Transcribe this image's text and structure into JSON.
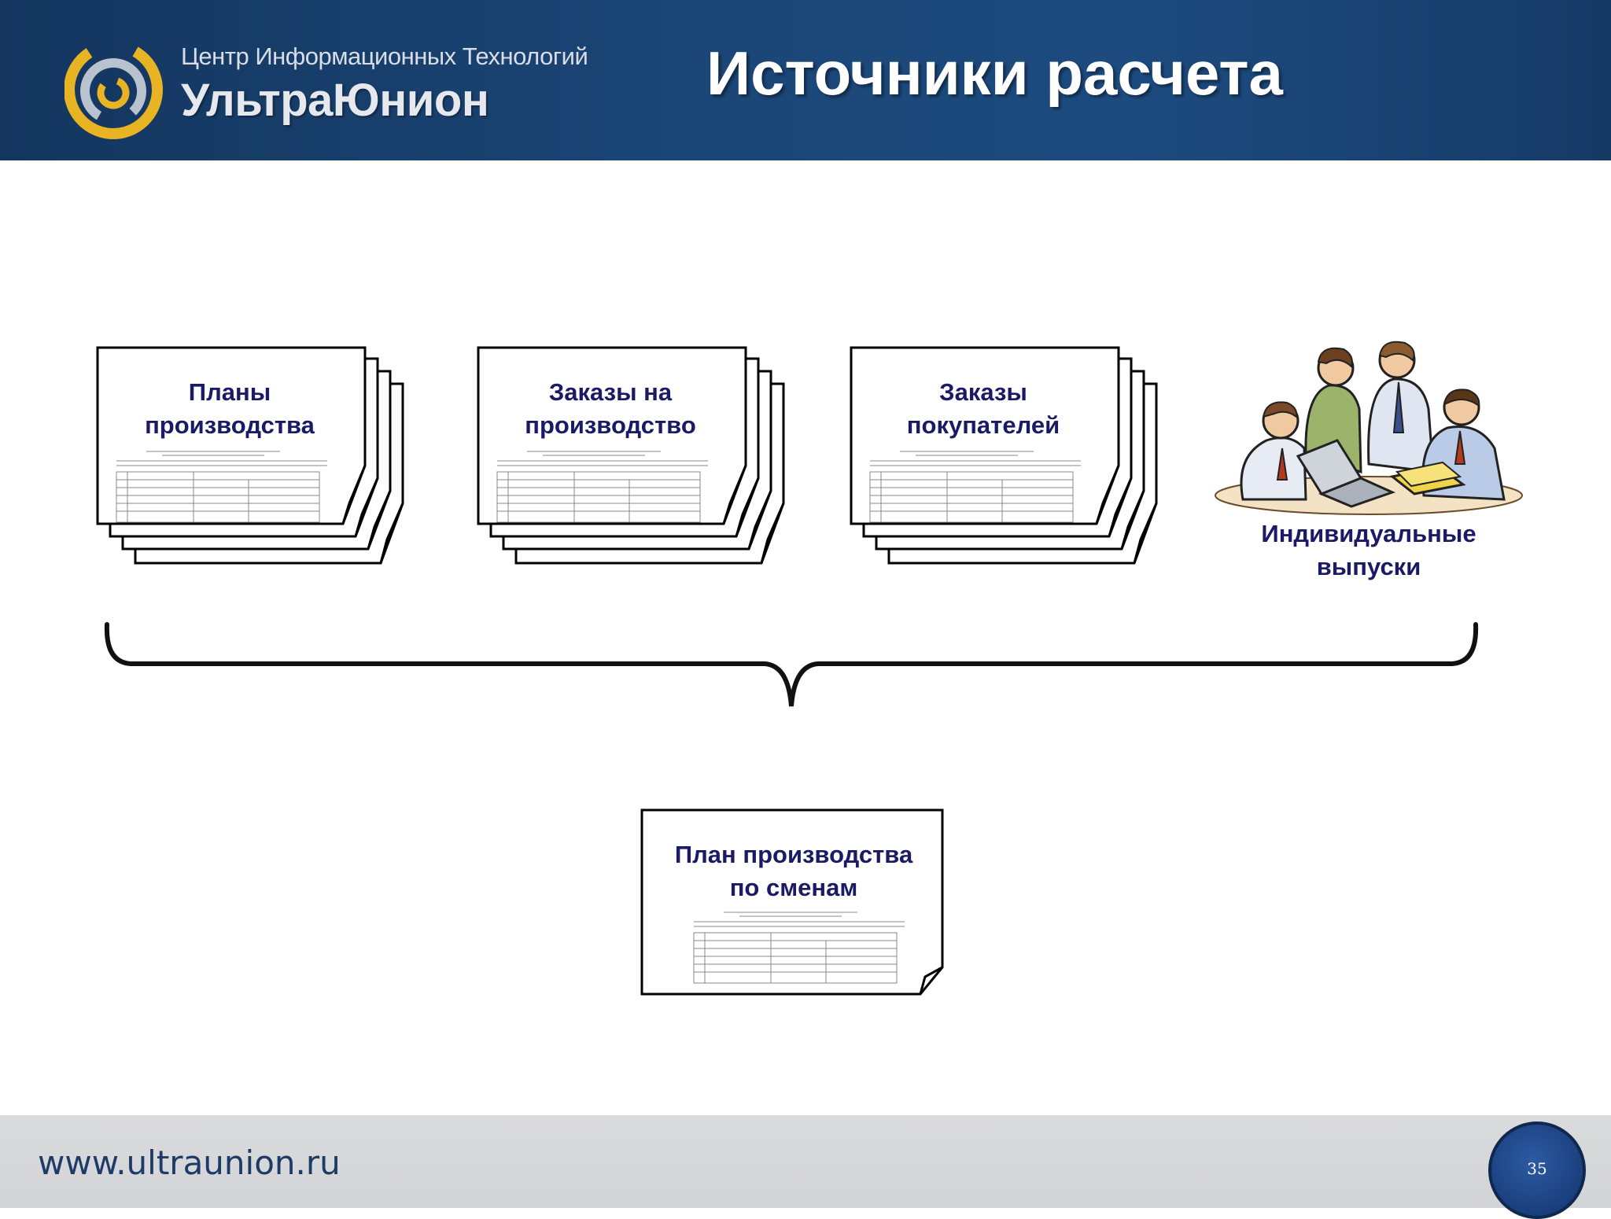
{
  "header": {
    "brand_top": "Центр Информационных Технологий",
    "brand_main": "УльтраЮнион",
    "title": "Источники расчета",
    "background_color": "#1b4677"
  },
  "sources": [
    {
      "title_line1": "Планы",
      "title_line2": "производства"
    },
    {
      "title_line1": "Заказы на",
      "title_line2": "производство"
    },
    {
      "title_line1": "Заказы",
      "title_line2": "покупателей"
    }
  ],
  "individual": {
    "line1": "Индивидуальные",
    "line2": "выпуски"
  },
  "result": {
    "title_line1": "План производства",
    "title_line2": "по сменам"
  },
  "footer": {
    "url": "www.ultraunion.ru",
    "page_number": "35"
  },
  "colors": {
    "caption": "#1a1a66",
    "footer_text": "#1e3a66",
    "page_circle": "#1b3f7d"
  }
}
